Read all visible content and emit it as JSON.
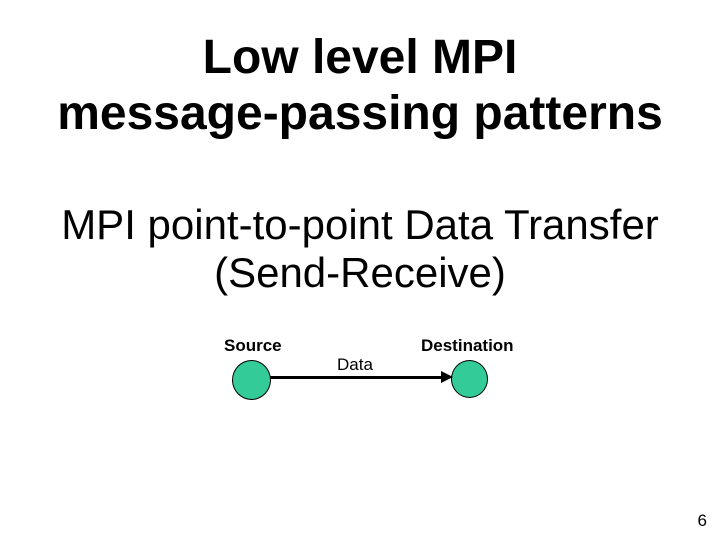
{
  "slide": {
    "title": {
      "line1": "Low level MPI",
      "line2": "message-passing patterns"
    },
    "subtitle": {
      "line1": "MPI point-to-point Data Transfer",
      "line2": "(Send-Receive)"
    },
    "diagram": {
      "source_label": "Source",
      "destination_label": "Destination",
      "arrow_label": "Data",
      "node_fill_color": "#33CC99",
      "node_border_color": "#000000",
      "arrow_color": "#000000"
    },
    "page_number": "6",
    "background_color": "#FFFFFF",
    "text_color": "#000000"
  }
}
